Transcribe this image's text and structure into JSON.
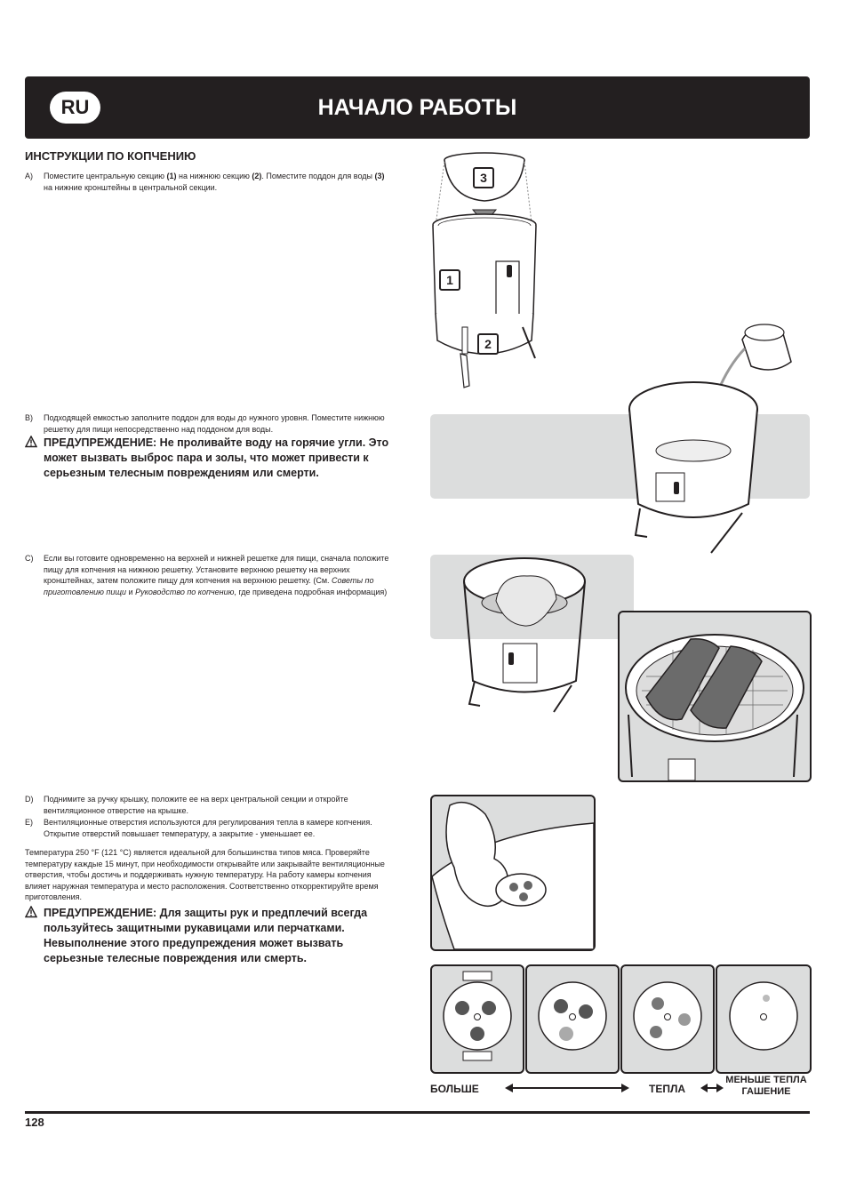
{
  "header": {
    "badge": "RU",
    "title": "НАЧАЛО РАБОТЫ"
  },
  "section_title": "ИНСТРУКЦИИ ПО КОПЧЕНИЮ",
  "step_a": {
    "label": "A)",
    "t1": "Поместите центральную секцию ",
    "b1": "(1)",
    "t2": " на нижнюю секцию ",
    "b2": "(2)",
    "t3": ". Поместите поддон для воды ",
    "b3": "(3)",
    "t4": " на нижние кронштейны в центральной секции."
  },
  "step_b": {
    "label": "B)",
    "text": "Подходящей емкостью заполните поддон для воды до нужного уровня. Поместите нижнюю решетку для пищи непосредственно над поддоном для воды."
  },
  "warning_1": {
    "icon": "warning-triangle-icon",
    "text": "ПРЕДУПРЕЖДЕНИЕ: Не проливайте воду на горячие угли. Это может вызвать выброс пара и золы, что может привести к серьезным телесным повреждениям или смерти."
  },
  "step_c": {
    "label": "C)",
    "t1": "Если вы готовите одновременно на верхней и нижней решетке для пищи, сначала положите пищу для копчения на нижнюю решетку. Установите верхнюю решетку на верхних кронштейнах, затем положите пищу для копчения на верхнюю решетку. (См. ",
    "i1": "Советы по приготовлению пищи",
    "t2": " и ",
    "i2": "Руководство по копчению",
    "t3": ", где приведена подробная информация)"
  },
  "step_d": {
    "label": "D)",
    "text": "Поднимите за ручку крышку, положите ее на верх центральной секции и откройте вентиляционное отверстие на крышке."
  },
  "step_e": {
    "label": "E)",
    "text": "Вентиляционные отверстия используются для регулирования тепла в камере копчения. Открытие отверстий повышает температуру, а закрытие - уменьшает ее."
  },
  "temperature_note": "Температура 250 °F (121 °C) является идеальной для большинства типов мяса. Проверяйте температуру каждые 15 минут, при необходимости открывайте или закрывайте вентиляционные отверстия, чтобы достичь и поддерживать нужную температуру. На работу камеры копчения влияет наружная температура и место расположения. Соответственно откорректируйте время приготовления.",
  "warning_2": {
    "icon": "warning-triangle-icon",
    "text": "ПРЕДУПРЕЖДЕНИЕ: Для защиты рук и предплечий всегда пользуйтесь защитными рукавицами или перчатками. Невыполнение этого предупреждения может вызвать серьезные телесные повреждения или смерть."
  },
  "figure_a": {
    "label_1": "1",
    "label_2": "2",
    "label_3": "3"
  },
  "vent_legend": {
    "more": "БОЛЬШЕ",
    "heat": "ТЕПЛА",
    "less_line1": "МЕНЬШЕ ТЕПЛА",
    "less_line2": "ГАШЕНИЕ"
  },
  "page_number": "128",
  "colors": {
    "dark": "#231f20",
    "gray_panel": "#dcdddd",
    "white": "#ffffff"
  }
}
